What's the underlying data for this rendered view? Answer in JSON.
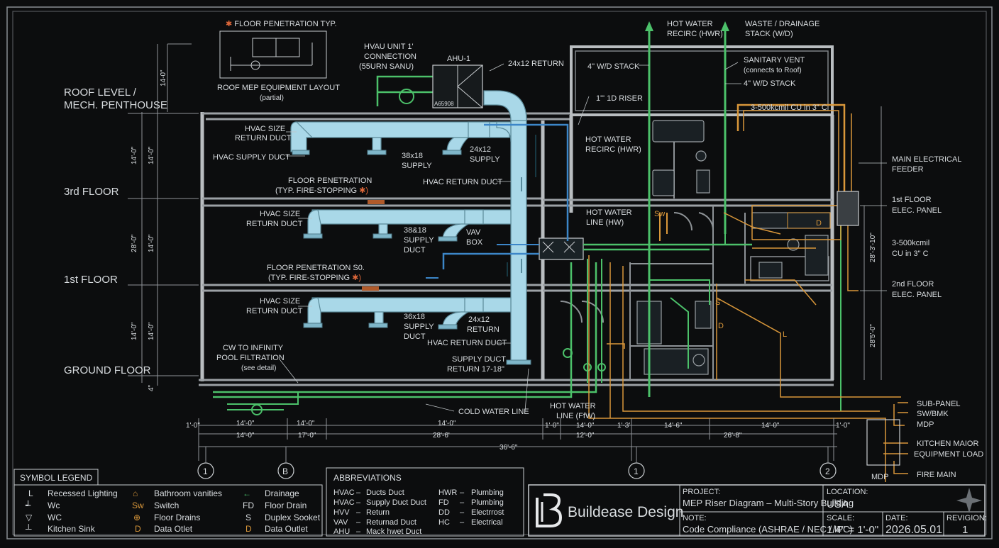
{
  "levels": {
    "roof": [
      "ROOF LEVEL /",
      "MECH. PENTHOUSE"
    ],
    "third": "3rd FLOOR",
    "first": "1st FLOOR",
    "ground": "GROUND FLOOR"
  },
  "vertical_dims": {
    "top": "14-0\"",
    "d1": "14'-0\"",
    "d1b": "14'-0\"",
    "d2": "28'-0\"",
    "d2b": "14'-0\"",
    "d3": "14'-0\"",
    "d3b": "14'-0\"",
    "bottom": "4\"",
    "right1": "28'-3'-10\"",
    "right2": "28'5'-0\""
  },
  "roof_equipment": {
    "floor_penetration_typ": "FLOOR PENETRATION TYP.",
    "caption": "ROOF MEP EQUIPMENT LAYOUT",
    "caption_sub": "(partial)",
    "hvau": [
      "HVAU UNIT 1'",
      "CONNECTION",
      "(55URN SANU)"
    ],
    "ahu": "AHU-1",
    "ahu_code": "A65908",
    "return_24x12": "24x12 RETURN"
  },
  "duct_labels": {
    "f3_return": [
      "HVAC SIZE",
      "RETURN DUCT"
    ],
    "f3_supply": "HVAC SUPPLY DUCT",
    "f3_3818": [
      "38x18",
      "SUPPLY"
    ],
    "f3_2412": [
      "24x12",
      "SUPPLY"
    ],
    "return_duct_main": "HVAC RETURN DUCT",
    "f3_pen": [
      "FLOOR PENETRATION",
      "(TYP. FIRE-STOPPING"
    ],
    "f2_return": [
      "HVAC SIZE",
      "RETURN DUCT"
    ],
    "f2_3818": [
      "38&18",
      "SUPPLY",
      "DUCT"
    ],
    "vav": [
      "VAV",
      "BOX"
    ],
    "f1_pen": [
      "FLOOR PENETRATION S0.",
      "(TYP. FIRE-STOPPING"
    ],
    "f1_return": [
      "HVAC SIZE",
      "RETURN DUCT"
    ],
    "f1_3618": [
      "36x18",
      "SUPPLY",
      "DUCT"
    ],
    "f1_2412": [
      "24x12",
      "RETURN"
    ],
    "return_duct_low": "HVAC RETURN DUCT",
    "supply_duct": [
      "SUPPLY DUCT",
      "RETURN 17-18\""
    ]
  },
  "plumbing_labels": {
    "cw_infinity": [
      "CW TO INFINITY",
      "POOL FILTRATION",
      "(see detail)"
    ],
    "cold_water": "COLD WATER LINE",
    "hot_water_fw": [
      "HOT WATER",
      "LINE (FfW)"
    ],
    "hw_recirc_top": [
      "HOT WATER",
      "RECIRC (HWR)"
    ],
    "waste_stack": [
      "WASTE / DRAINAGE",
      "STACK (W/D)"
    ],
    "wd_stack_4": "4\" W/D STACK",
    "sanitary_vent": [
      "SANITARY VENT",
      "(connects to Roof)"
    ],
    "wd_stack_4b": "4\" W/D STACK",
    "riser_1d": "1\"' 1D RISER",
    "hw_recirc": [
      "HOT WATER",
      "RECIRC (HWR)"
    ],
    "hw_line": [
      "HOT WATER",
      "LINE (HW)"
    ]
  },
  "electrical_labels": {
    "cu_top": "3-500kcmil CU in 3\" C",
    "main_feeder": [
      "MAIN ELECTRICAL",
      "FEEDER"
    ],
    "panel_1st": [
      "1st  FLOOR",
      "ELEC. PANEL"
    ],
    "cu_side": [
      "3-500kcmil",
      "CU in 3\" C"
    ],
    "panel_2nd": [
      "2nd FLOOR",
      "ELEC. PANEL"
    ],
    "sub_panel": "SUB-PANEL",
    "sw_bmk": "SW/BMK",
    "mdp_out": "MDP",
    "kitchen_major": [
      "KITCHEN MAIOR",
      "EQUIPMENT LOAD"
    ],
    "fire_main": "FIRE MAIN",
    "mdp_box": "MDP"
  },
  "horizontal_dims": {
    "left_1": "1'-0\"",
    "a1": "14'-0\"",
    "a2": "14'-0\"",
    "a3": "14'-0\"",
    "b1": "14'-0\"",
    "b2": "17'-0\"",
    "b3": "28'-6'",
    "c1": "1'-0\"",
    "c2": "14'-0\"",
    "c3": "12'-0\"",
    "c4": "1'-3'",
    "d1": "14'-6\"",
    "d2": "14'-0\"",
    "d3": "1'-0\"",
    "e1": "26'-8\"",
    "total": "36'-6\""
  },
  "grid_bubbles": [
    "1",
    "B",
    "1",
    "2"
  ],
  "legend": {
    "title": "SYMBOL LEGEND",
    "col1": [
      {
        "sym": "L",
        "label": "Recessed Lighting"
      },
      {
        "sym": "┵",
        "label": "Wc"
      },
      {
        "sym": "▽",
        "label": "WC"
      },
      {
        "sym": "┴",
        "label": "Kitchen Sink"
      }
    ],
    "col2": [
      {
        "sym": "⌂",
        "label": "Bathroom vanities"
      },
      {
        "sym": "Sw",
        "label": "Switch"
      },
      {
        "sym": "⊕",
        "label": "Floor Drains"
      },
      {
        "sym": "D",
        "label": "Data Otlet"
      }
    ],
    "col3": [
      {
        "sym": "←",
        "label": "Drainage"
      },
      {
        "sym": "FD",
        "label": "Floor Drain"
      },
      {
        "sym": "S",
        "label": "Duplex Sooket"
      },
      {
        "sym": "D",
        "label": "Data Outlet"
      }
    ]
  },
  "abbreviations": {
    "title": "ABBREVIATIONS",
    "col1": [
      {
        "abbr": "HVAC",
        "desc": "Ducts Duct"
      },
      {
        "abbr": "HVAC",
        "desc": "Supply Duct Duct"
      },
      {
        "abbr": "HVV",
        "desc": "Return"
      },
      {
        "abbr": "VAV",
        "desc": "Returnad Duct"
      },
      {
        "abbr": "AHU",
        "desc": "Mack hwet Duct"
      }
    ],
    "col2": [
      {
        "abbr": "HWR",
        "desc": "Plumbing"
      },
      {
        "abbr": "FD",
        "desc": "Plumbing"
      },
      {
        "abbr": "DD",
        "desc": "Electrrost"
      },
      {
        "abbr": "HC",
        "desc": "Electrical"
      }
    ]
  },
  "title_block": {
    "company": "Buildease Design",
    "project_label": "PROJECT:",
    "project": "MEP Riser Diagram – Multi-Story Building",
    "location_label": "LOCATION:",
    "location": "USA",
    "note_label": "NOTE:",
    "note": "Code Compliance (ASHRAE / NEC / IPC)",
    "scale_label": "SCALE:",
    "scale": "1/4\" = 1'-0\"",
    "date_label": "DATE:",
    "date": "2026.05.01",
    "revision_label": "REVIGION:",
    "revision": "1"
  },
  "colors": {
    "background": "#0c0d0e",
    "duct": "#a9d8e8",
    "water_green": "#4cc16a",
    "water_blue": "#3c86c8",
    "electrical_orange": "#d9973a"
  }
}
